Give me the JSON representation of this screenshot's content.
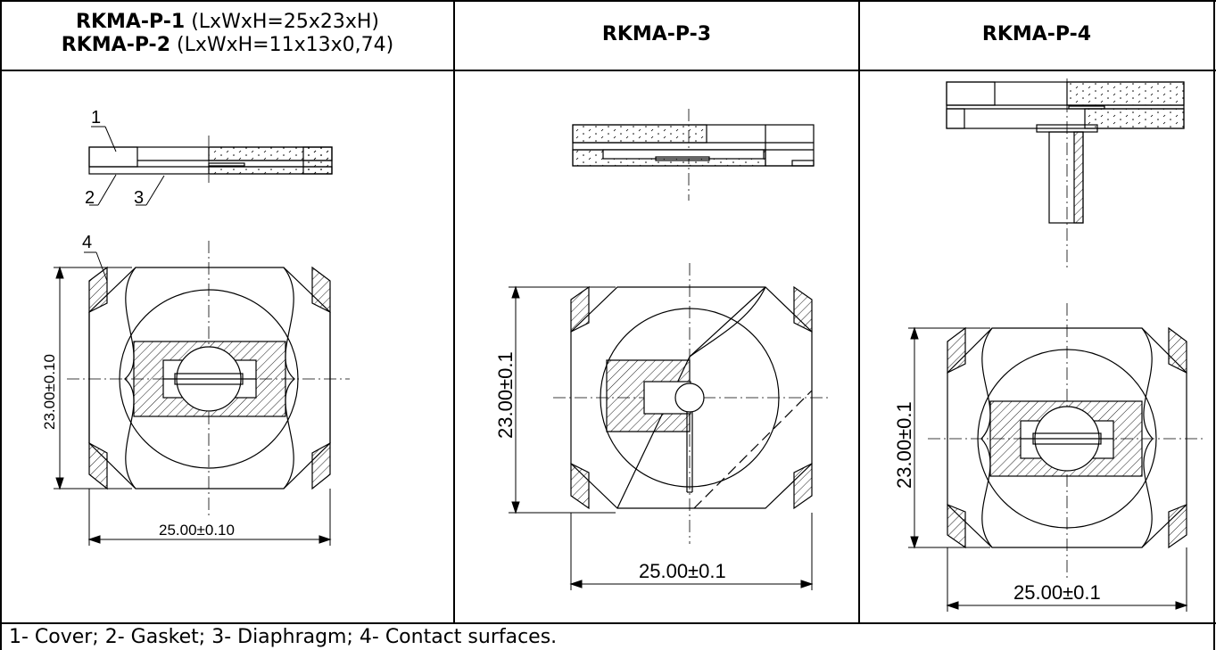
{
  "header": {
    "col1_line1_bold": "RKMA-P-1",
    "col1_line1_rest": " (LxWxH=25x23xH)",
    "col1_line2_bold": "RKMA-P-2",
    "col1_line2_rest": " (LxWxH=11x13x0,74)",
    "col2": "RKMA-P-3",
    "col3": "RKMA-P-4"
  },
  "labels": {
    "n1": "1",
    "n2": "2",
    "n3": "3",
    "n4": "4"
  },
  "dims": {
    "p1_height": "23.00±0.10",
    "p1_width": "25.00±0.10",
    "p3_height": "23.00±0.1",
    "p3_width": "25.00±0.1",
    "p4_height": "23.00±0.1",
    "p4_width": "25.00±0.1"
  },
  "caption": "1- Cover; 2- Gasket; 3- Diaphragm; 4- Contact surfaces."
}
